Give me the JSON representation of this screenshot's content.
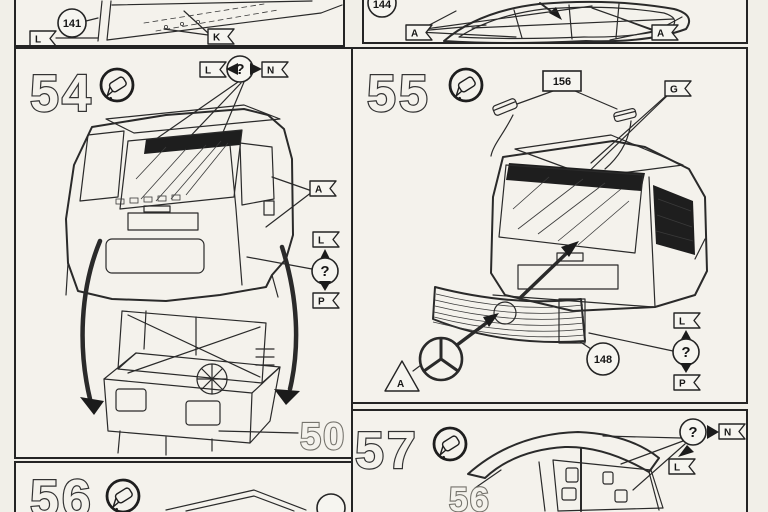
{
  "sheet": {
    "steps": {
      "s54": "54",
      "s55": "55",
      "s56": "56",
      "s57": "57"
    },
    "parts": {
      "p141": "141",
      "p144": "144",
      "p156": "156",
      "p148": "148"
    },
    "refs": {
      "r50": "50",
      "r56": "56"
    },
    "flags": {
      "L": "L",
      "K": "K",
      "N": "N",
      "A": "A",
      "G": "G",
      "P": "P",
      "Q": "?"
    },
    "colors": {
      "ink": "#2a2a2a",
      "paper": "#f4f2ec",
      "dark_fill": "#1e1e1e"
    }
  }
}
